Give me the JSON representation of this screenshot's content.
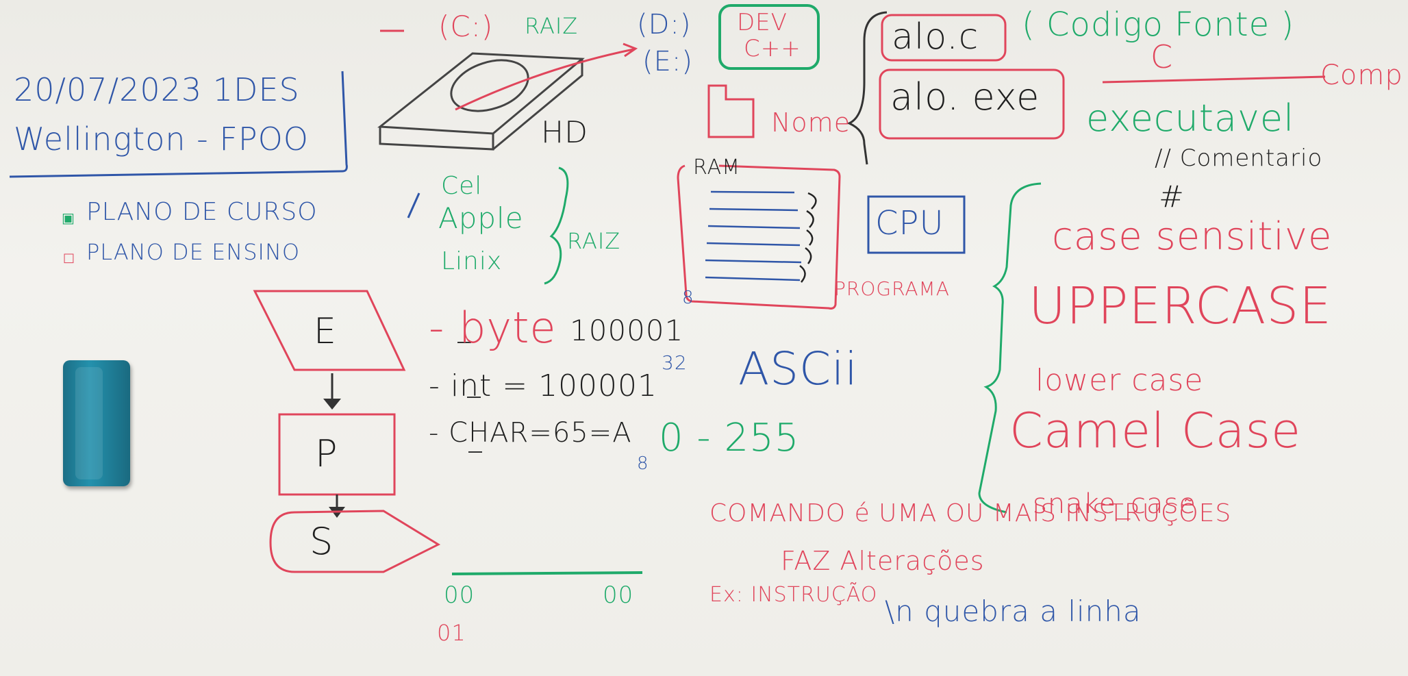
{
  "header": {
    "date_class": "20/07/2023 1DES",
    "teacher": "Wellington - FPOO"
  },
  "checklist": {
    "item1": "PLANO DE CURSO",
    "item2": "PLANO DE ENSINO"
  },
  "drives": {
    "c_drive": "(C:)",
    "raiz": "RAIZ",
    "d_drive": "(D:)",
    "e_drive": "(E:)",
    "dev_line1": "DEV",
    "dev_line2": "C++",
    "hd": "HD"
  },
  "files": {
    "source": "alo.c",
    "source_note": "( Codigo Fonte )",
    "source_c": "C",
    "exe": "alo. exe",
    "comp": "Comp",
    "exe_note": "executavel",
    "nome": "Nome"
  },
  "comments": {
    "line": "// Comentario",
    "hash": "#"
  },
  "roots": {
    "cel": "Cel",
    "apple": "Apple",
    "linux": "Linix",
    "raiz": "RAIZ"
  },
  "memory": {
    "ram": "RAM",
    "programa": "PROGRAMA",
    "cpu": "CPU"
  },
  "flow": {
    "entrada": "E",
    "processo": "P",
    "saida": "S"
  },
  "types": {
    "byte": "- byte",
    "byte_val": "100001",
    "byte_exp": "8",
    "int": "- int = 100001",
    "int_exp": "32",
    "char": "- CHAR=65=A",
    "char_sub": "8",
    "ascii": "ASCii",
    "range": "0 - 255"
  },
  "cases": {
    "sensitive": "case sensitive",
    "upper": "UPPERCASE",
    "lower": "lower case",
    "camel": "Camel Case",
    "snake": "snake_case"
  },
  "commands": {
    "line1": "COMANDO é UMA OU MAIS INSTRUÇÕES",
    "line2": "FAZ Alterações",
    "line3": "Ex: INSTRUÇÃO",
    "newline": "\\n quebra a linha"
  },
  "binary": {
    "left": "00",
    "right": "00",
    "bottom": "01"
  }
}
